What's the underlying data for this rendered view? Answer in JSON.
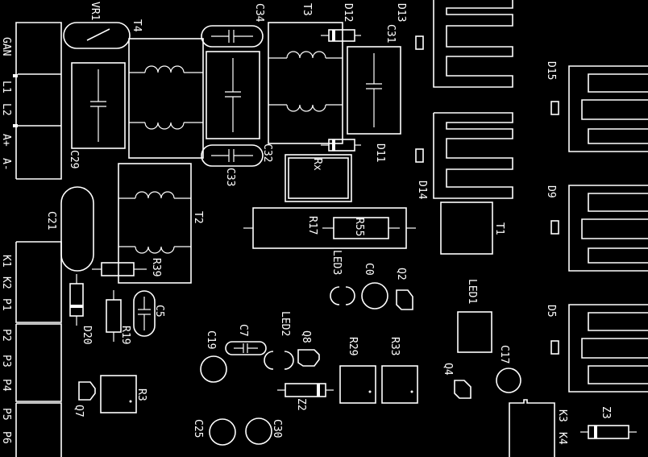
{
  "board": {
    "colors": {
      "background": "#000000",
      "silkscreen": "#ffffff"
    },
    "connectors": {
      "gan": "GAN",
      "l1": "L1",
      "l2": "L2",
      "a_plus": "A+",
      "a_minus": "A-",
      "k1": "K1",
      "k2": "K2",
      "p1": "P1",
      "p2": "P2",
      "p3": "P3",
      "p4": "P4",
      "p5": "P5",
      "p6": "P6",
      "k3": "K3",
      "k4": "K4"
    },
    "components": {
      "vr1": "VR1",
      "t4": "T4",
      "c34": "C34",
      "t3": "T3",
      "d12": "D12",
      "d13": "D13",
      "c31": "C31",
      "d15": "D15",
      "c29": "C29",
      "c32": "C32",
      "c33": "C33",
      "d11": "D11",
      "rx": "Rx",
      "d14": "D14",
      "d9": "D9",
      "c21": "C21",
      "t2": "T2",
      "r17": "R17",
      "r55": "R55",
      "t1": "T1",
      "r39": "R39",
      "led3": "LED3",
      "c0": "C0",
      "q2": "Q2",
      "led1": "LED1",
      "c5": "C5",
      "d20": "D20",
      "r19": "R19",
      "led2": "LED2",
      "q8": "Q8",
      "r29": "R29",
      "r33": "R33",
      "c7": "C7",
      "c19": "C19",
      "c17": "C17",
      "q4": "Q4",
      "d5": "D5",
      "q7": "Q7",
      "r3": "R3",
      "z2": "Z2",
      "z3": "Z3",
      "c25": "C25",
      "c30": "C30"
    }
  }
}
